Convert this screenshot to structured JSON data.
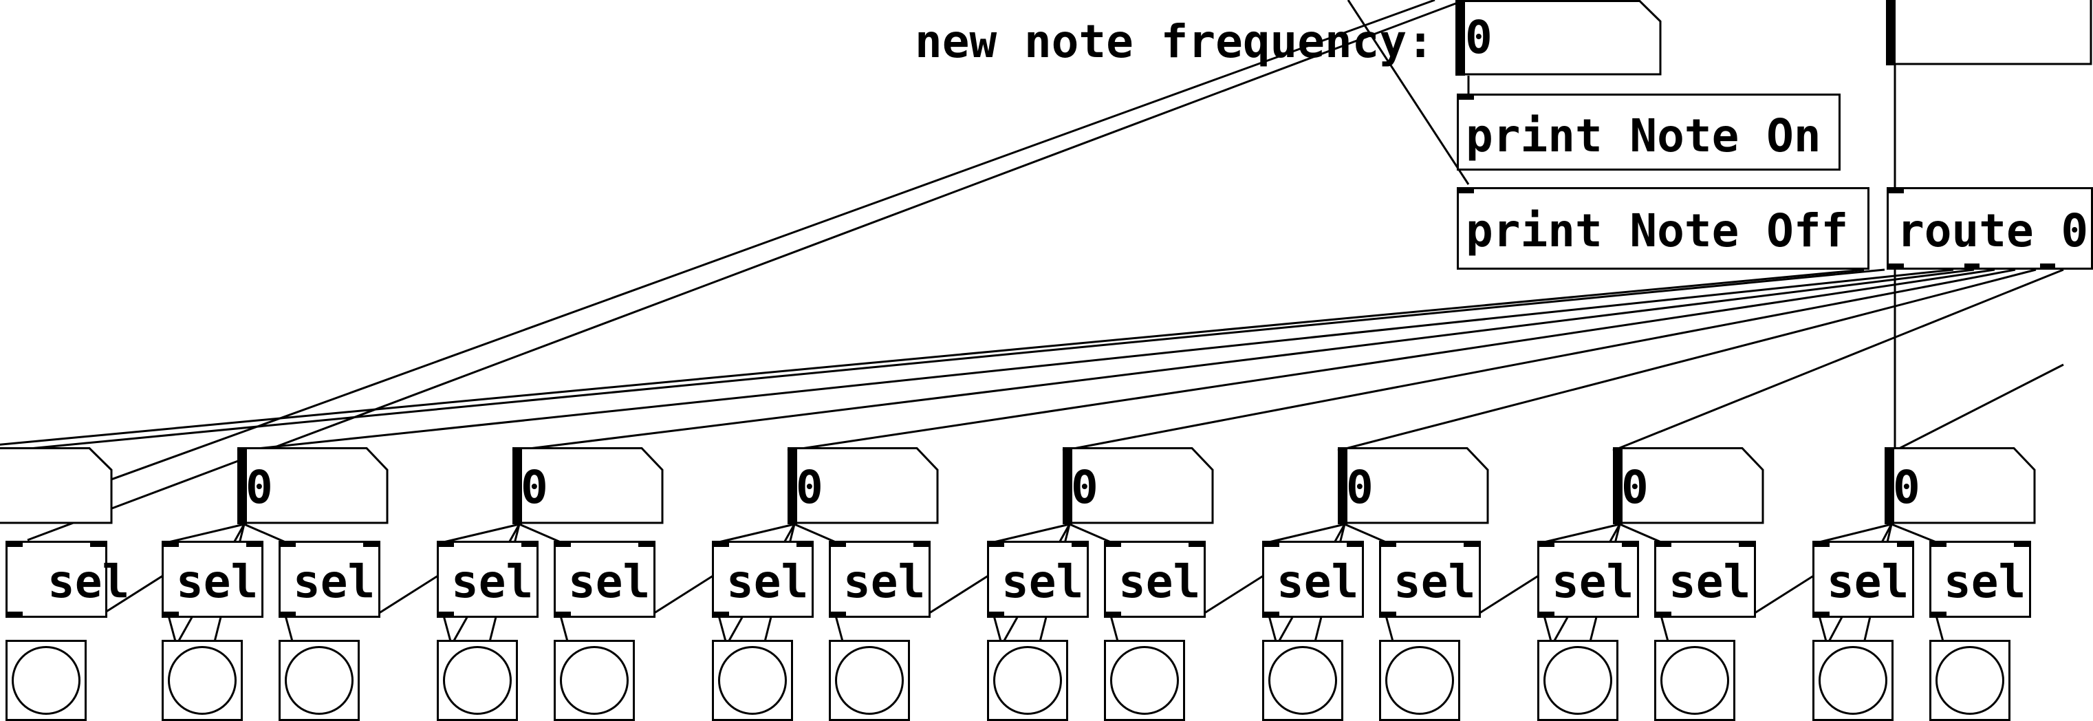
{
  "patch": {
    "label_text": "new note frequency:",
    "top_number_value": "0",
    "print_note_on": "print Note On",
    "print_note_off": "print Note Off",
    "route_text": "route 0",
    "number_values": [
      "0",
      "0",
      "0",
      "0",
      "0",
      "0",
      "0"
    ],
    "sel_label": "sel"
  }
}
